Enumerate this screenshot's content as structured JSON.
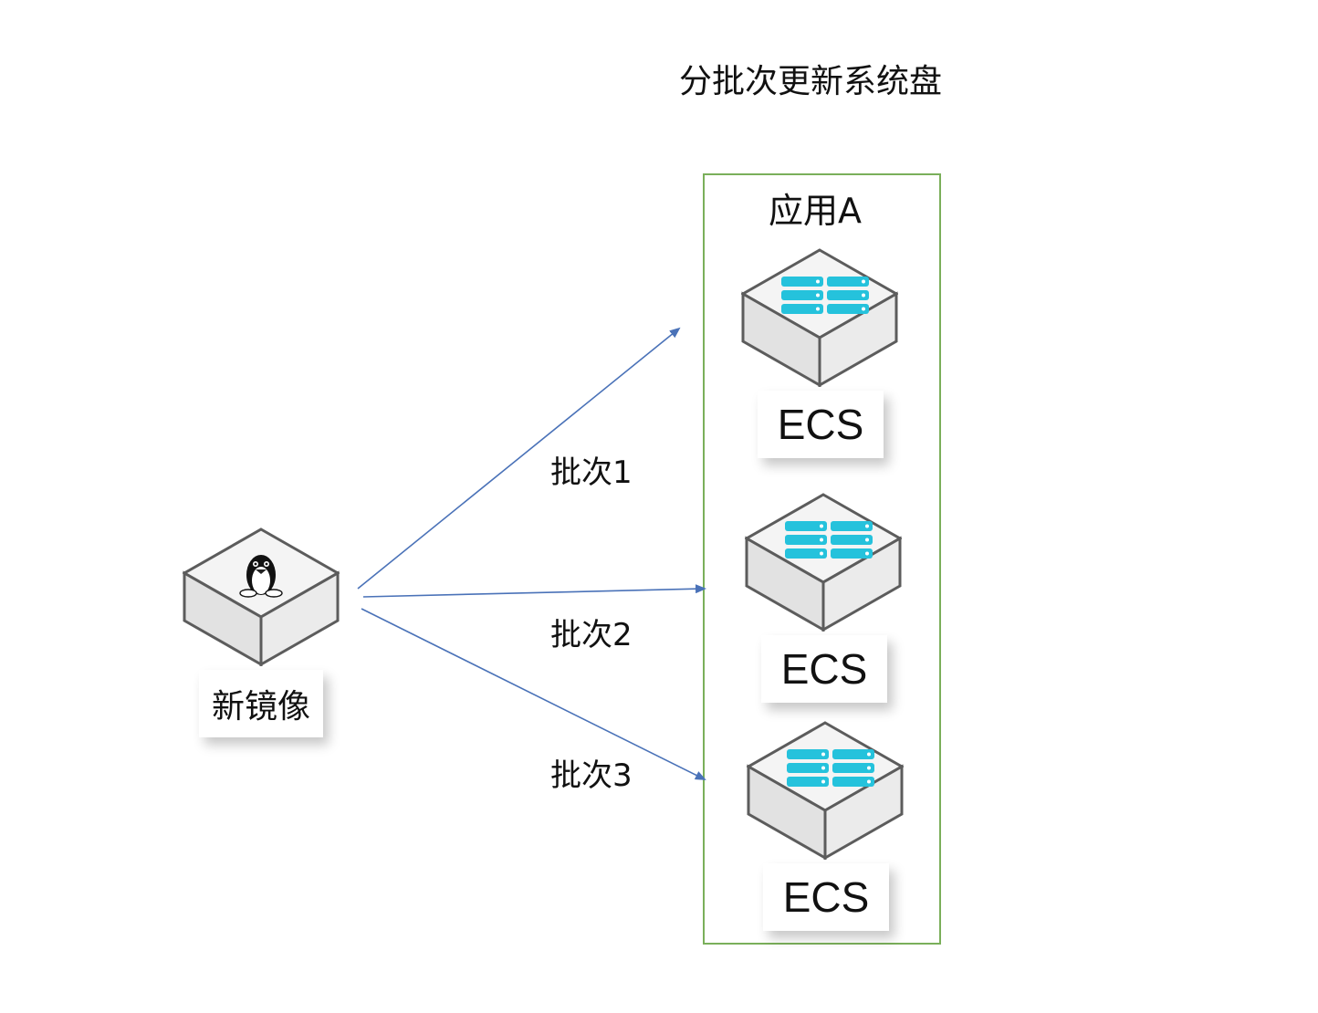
{
  "title": "分批次更新系统盘",
  "group": {
    "label": "应用A",
    "border_color": "#7aaf5a"
  },
  "source": {
    "label": "新镜像",
    "icon": "linux-penguin-icon"
  },
  "servers": [
    {
      "label": "ECS",
      "icon": "server-rack-icon"
    },
    {
      "label": "ECS",
      "icon": "server-rack-icon"
    },
    {
      "label": "ECS",
      "icon": "server-rack-icon"
    }
  ],
  "edges": [
    {
      "label": "批次1"
    },
    {
      "label": "批次2"
    },
    {
      "label": "批次3"
    }
  ],
  "colors": {
    "edge": "#4a72b8",
    "server_bars": "#25c2dc",
    "cube_top": "#f4f4f4",
    "cube_left": "#e2e2e2",
    "cube_right": "#ebebeb",
    "cube_outline": "#5c5c5c"
  }
}
